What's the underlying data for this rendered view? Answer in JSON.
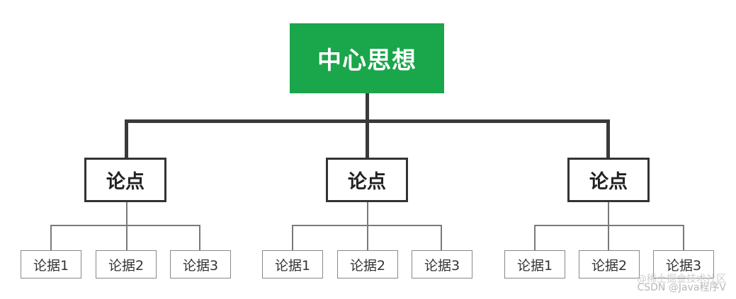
{
  "diagram": {
    "root": {
      "label": "中心思想",
      "color": "#1aa64a"
    },
    "branches": [
      {
        "label": "论点",
        "children": [
          "论据1",
          "论据2",
          "论据3"
        ]
      },
      {
        "label": "论点",
        "children": [
          "论据1",
          "论据2",
          "论据3"
        ]
      },
      {
        "label": "论点",
        "children": [
          "论据1",
          "论据2",
          "论据3"
        ]
      }
    ]
  },
  "watermark": {
    "line1": "@稀土掘金技术社区",
    "line2": "CSDN @Java程序V"
  }
}
